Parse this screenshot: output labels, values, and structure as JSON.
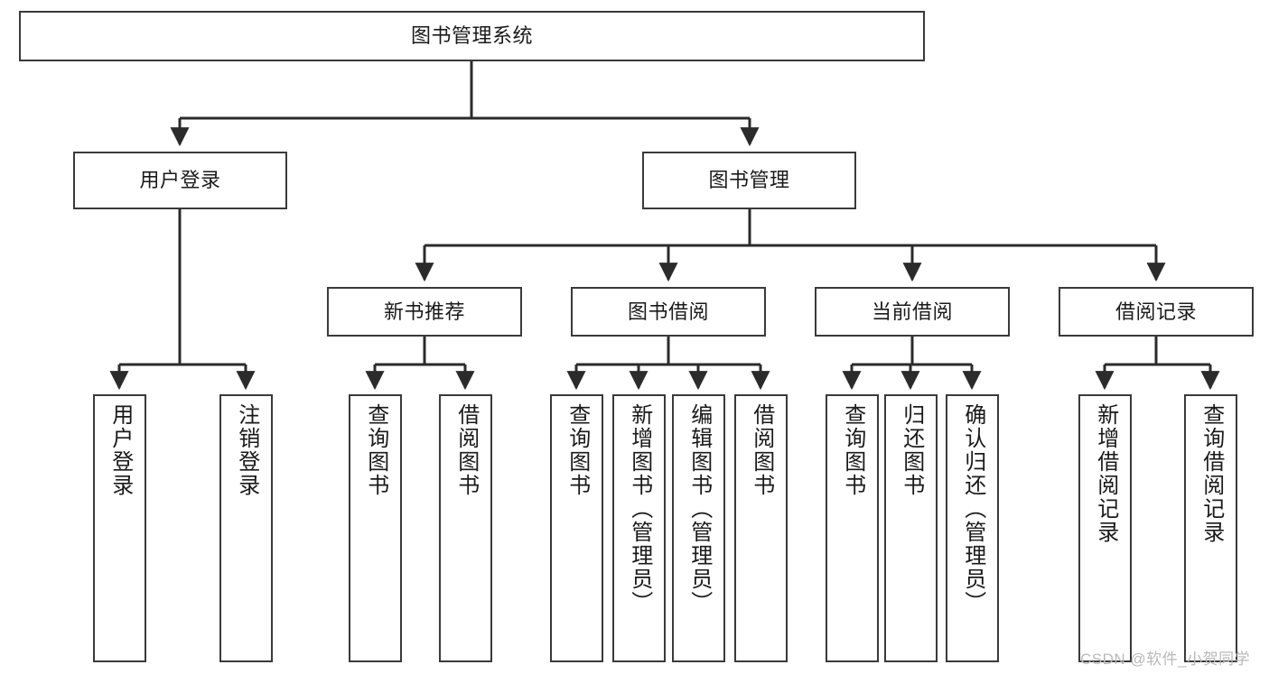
{
  "diagram": {
    "title": "图书管理系统",
    "watermark": "CSDN @软件_小贺同学",
    "colors": {
      "node_border": "#3a3a3a",
      "node_fill": "#ffffff",
      "connector": "#2b2b2b",
      "text": "#1a1a1a",
      "watermark": "#b9b9b9",
      "background": "#ffffff"
    },
    "root": {
      "label": "图书管理系统"
    },
    "level2": [
      {
        "label": "用户登录"
      },
      {
        "label": "图书管理"
      }
    ],
    "level3": [
      {
        "label": "新书推荐"
      },
      {
        "label": "图书借阅"
      },
      {
        "label": "当前借阅"
      },
      {
        "label": "借阅记录"
      }
    ],
    "leaves": {
      "user_login": [
        {
          "label": "用户登录"
        },
        {
          "label": "注销登录"
        }
      ],
      "new_book_recommend": [
        {
          "label": "查询图书"
        },
        {
          "label": "借阅图书"
        }
      ],
      "book_borrow": [
        {
          "label": "查询图书"
        },
        {
          "label": "新增图书（管理员）"
        },
        {
          "label": "编辑图书（管理员）"
        },
        {
          "label": "借阅图书"
        }
      ],
      "current_borrow": [
        {
          "label": "查询图书"
        },
        {
          "label": "归还图书"
        },
        {
          "label": "确认归还（管理员）"
        }
      ],
      "borrow_record": [
        {
          "label": "新增借阅记录"
        },
        {
          "label": "查询借阅记录"
        }
      ]
    }
  }
}
